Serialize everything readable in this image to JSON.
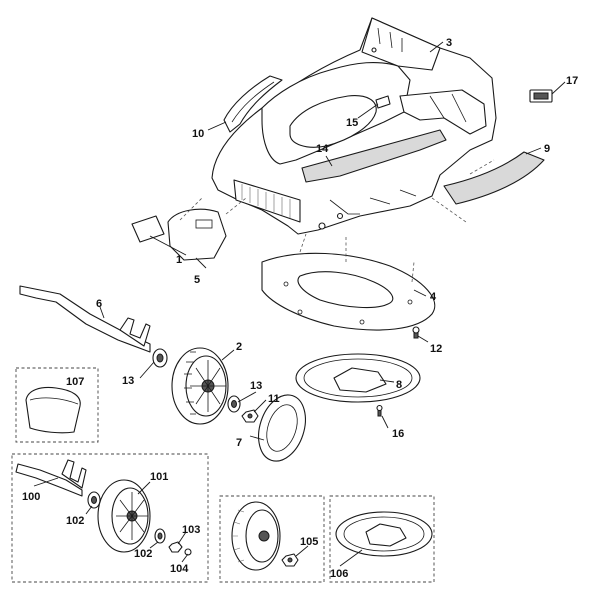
{
  "callouts": {
    "c1": "1",
    "c3": "3",
    "c4": "4",
    "c5": "5",
    "c6": "6",
    "c7": "7",
    "c8": "8",
    "c9": "9",
    "c10": "10",
    "c11": "11",
    "c12": "12",
    "c13a": "13",
    "c13b": "13",
    "c14": "14",
    "c15": "15",
    "c16": "16",
    "c17": "17",
    "c2": "2",
    "c100": "100",
    "c101": "101",
    "c102a": "102",
    "c102b": "102",
    "c103": "103",
    "c104": "104",
    "c105": "105",
    "c106": "106",
    "c107": "107"
  }
}
